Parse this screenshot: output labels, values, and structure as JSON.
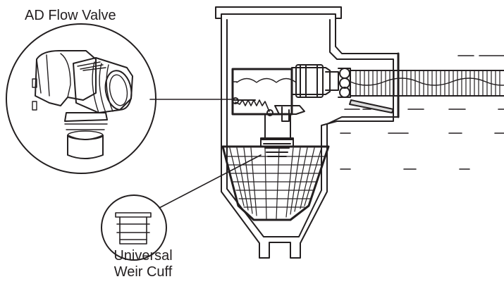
{
  "labels": {
    "flow_valve": "AD Flow Valve",
    "weir_cuff_line1": "Universal",
    "weir_cuff_line2": "Weir Cuff"
  },
  "colors": {
    "ink": "#231f20",
    "shade": "#dcdcdc",
    "background": "#ffffff"
  }
}
